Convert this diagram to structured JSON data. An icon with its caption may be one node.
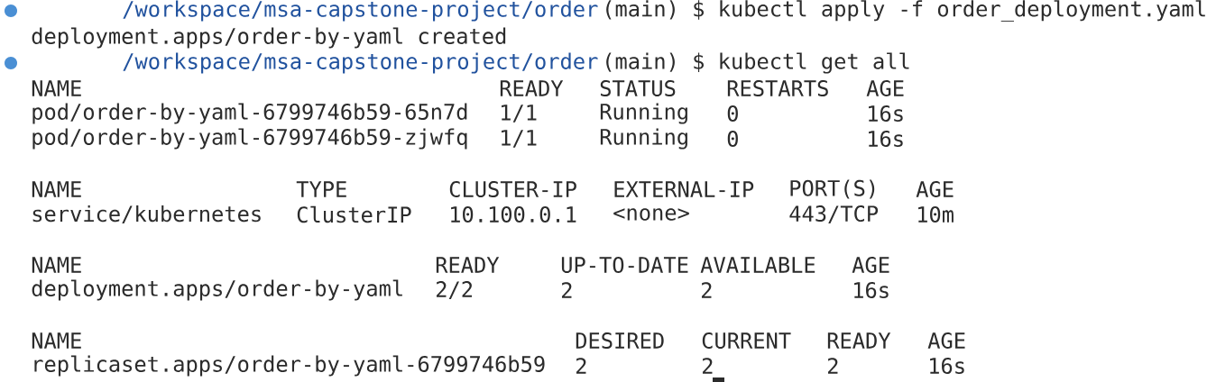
{
  "diagram": {
    "labels": [
      "/workspace/msa-capstone-project/order",
      "(main) $ kubectl apply -f order_deployment.yaml",
      "deployment.apps/order-by-yaml created",
      "/workspace/msa-capstone-project/order",
      "(main) $ kubectl get all",
      "NAME",
      "READY",
      "STATUS",
      "RESTARTS",
      "AGE",
      "pod/order-by-yaml-6799746b59-65n7d",
      "1/1",
      "Running",
      "0",
      "16s",
      "pod/order-by-yaml-6799746b59-zjwfq",
      "1/1",
      "Running",
      "0",
      "16s",
      "NAME",
      "TYPE",
      "CLUSTER-IP",
      "EXTERNAL-IP",
      "PORT(S)",
      "AGE",
      "service/kubernetes",
      "ClusterIP",
      "10.100.0.1",
      "<none>",
      "443/TCP",
      "10m",
      "NAME",
      "READY",
      "UP-TO-DATE",
      "AVAILABLE",
      "AGE",
      "deployment.apps/order-by-yaml",
      "2/2",
      "2",
      "2",
      "16s",
      "NAME",
      "DESIRED",
      "CURRENT",
      "READY",
      "AGE",
      "replicaset.apps/order-by-yaml-6799746b59",
      "2",
      "2",
      "2",
      "16s"
    ]
  }
}
